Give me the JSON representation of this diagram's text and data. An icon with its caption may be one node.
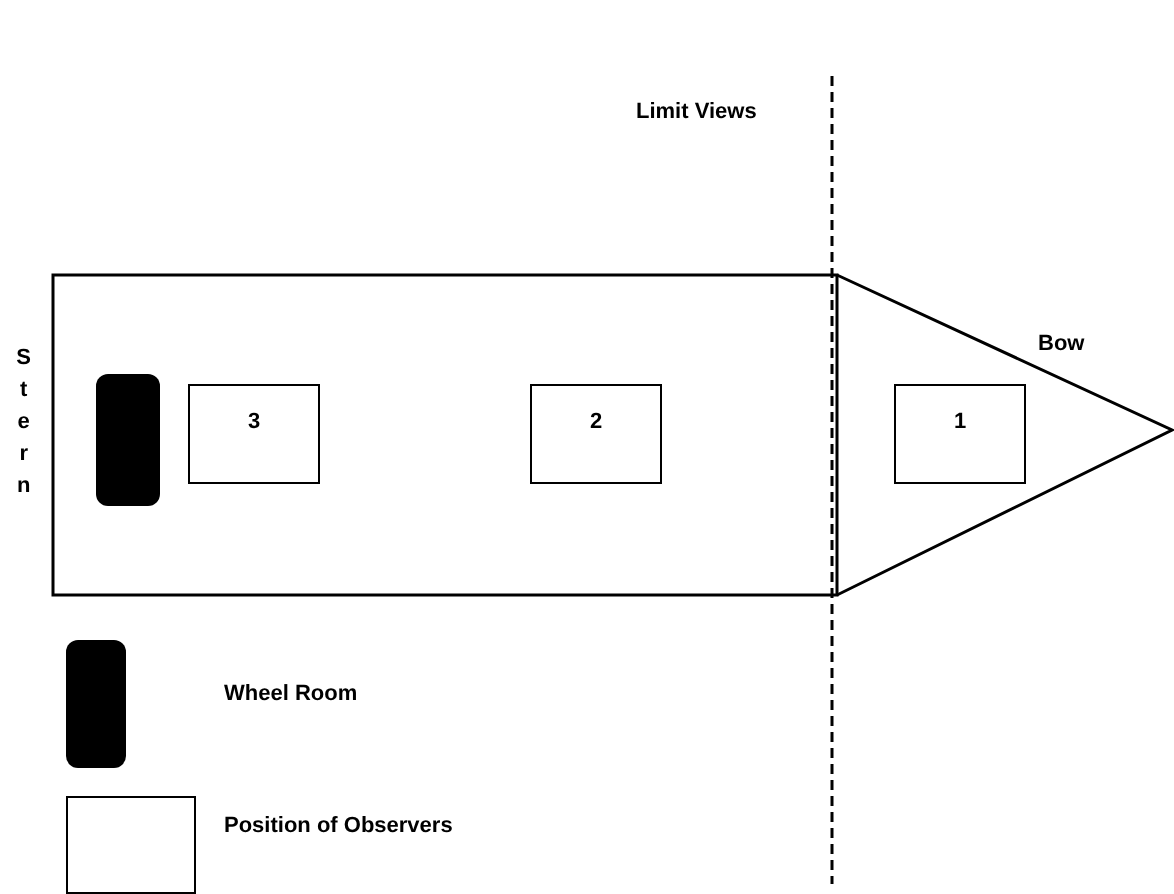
{
  "diagram": {
    "nodes": [
      {
        "text": [
          "3"
        ]
      },
      {
        "text": [
          "2"
        ]
      },
      {
        "text": [
          "1"
        ]
      }
    ],
    "labels": [
      "Limit Views",
      "Bow",
      "Stern"
    ],
    "legend": [
      {
        "text": "Wheel Room",
        "color": "#000000"
      },
      {
        "text": "Position of Observers"
      }
    ]
  }
}
